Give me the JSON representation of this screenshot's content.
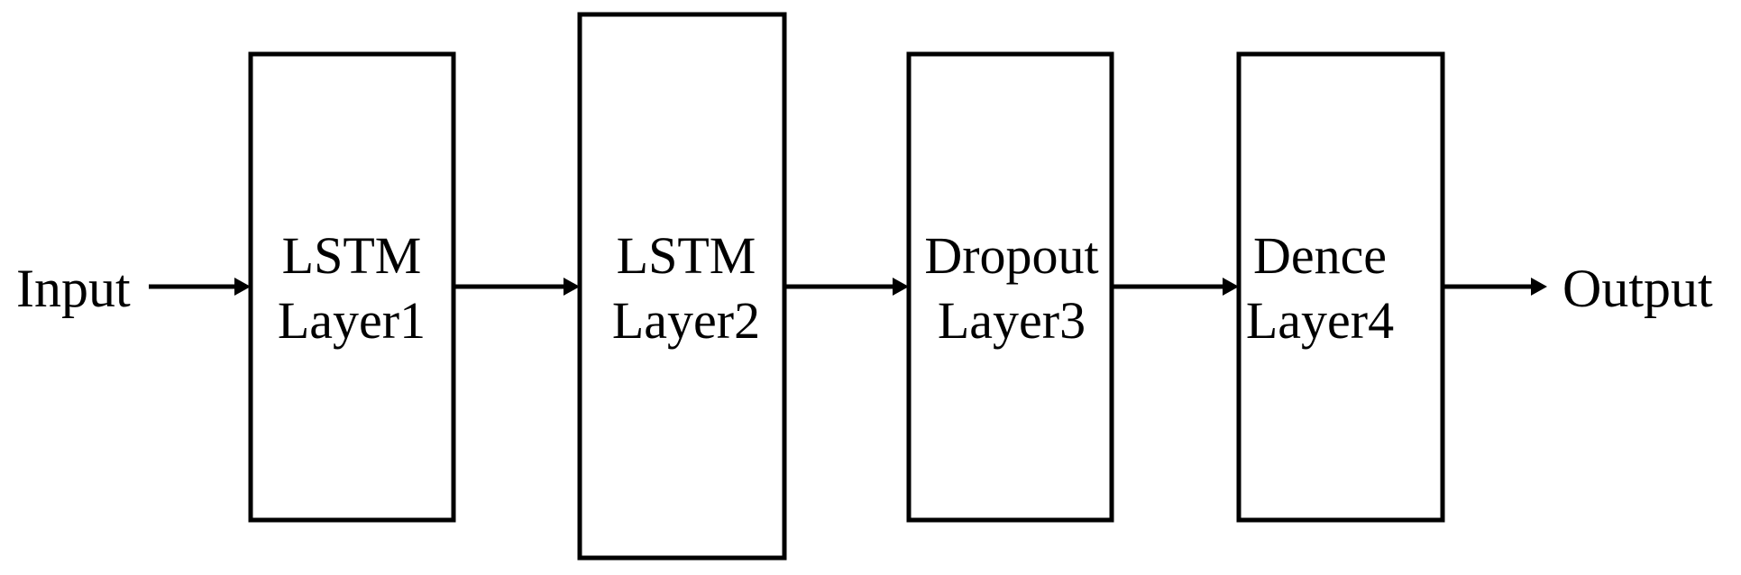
{
  "diagram": {
    "input_label": "Input",
    "output_label": "Output",
    "layers": [
      {
        "line1": "LSTM",
        "line2": "Layer1"
      },
      {
        "line1": "LSTM",
        "line2": "Layer2"
      },
      {
        "line1": "Dropout",
        "line2": "Layer3"
      },
      {
        "line1": "Dence",
        "line2": "Layer4"
      }
    ]
  }
}
